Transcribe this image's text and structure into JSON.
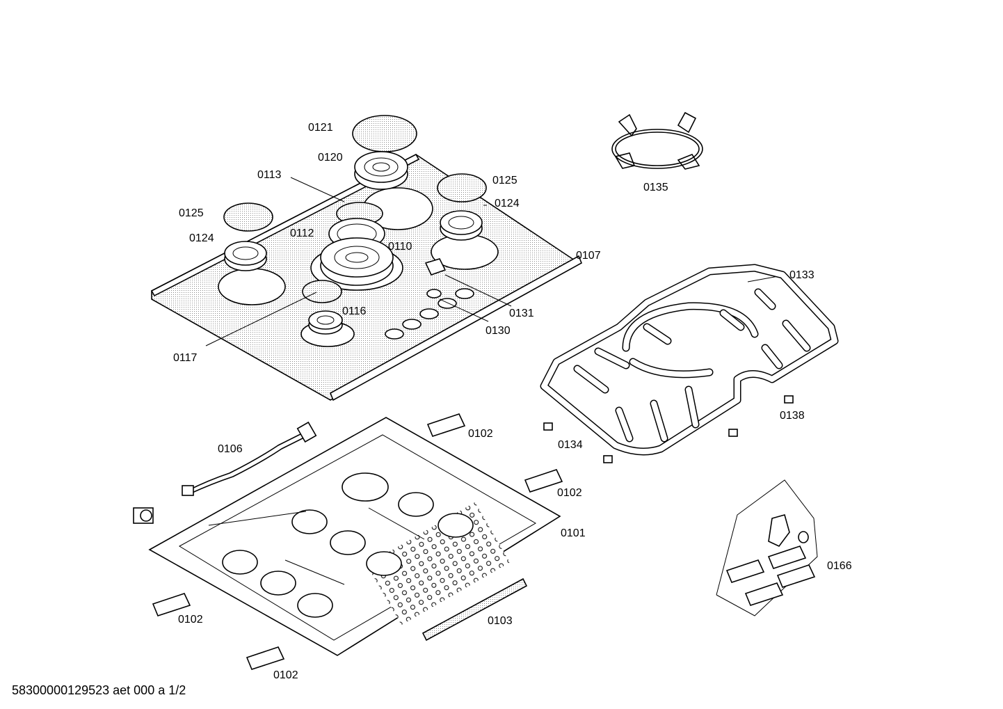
{
  "labels": {
    "l0121": "0121",
    "l0120": "0120",
    "l0113": "0113",
    "l0125a": "0125",
    "l0125b": "0125",
    "l0124a": "0124",
    "l0124b": "0124",
    "l0112": "0112",
    "l0110": "0110",
    "l0107": "0107",
    "l0116": "0116",
    "l0131": "0131",
    "l0130": "0130",
    "l0117": "0117",
    "l0135": "0135",
    "l0133": "0133",
    "l0138": "0138",
    "l0134": "0134",
    "l0106": "0106",
    "l0102a": "0102",
    "l0102b": "0102",
    "l0102c": "0102",
    "l0102d": "0102",
    "l0101": "0101",
    "l0103": "0103",
    "l0166": "0166"
  },
  "footer": "58300000129523 aet 000 a 1/2"
}
